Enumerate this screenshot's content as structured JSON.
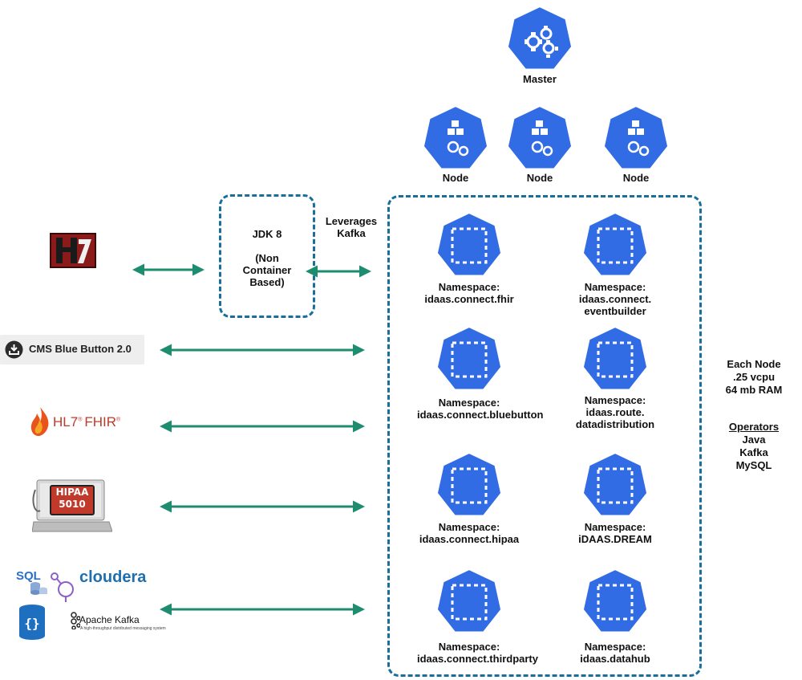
{
  "master": {
    "label": "Master"
  },
  "nodes": [
    {
      "label": "Node"
    },
    {
      "label": "Node"
    },
    {
      "label": "Node"
    }
  ],
  "jdk_box": {
    "lines": [
      "JDK 8",
      "(Non",
      "Container",
      "Based)"
    ]
  },
  "leverages": {
    "lines": [
      "Leverages",
      "Kafka"
    ]
  },
  "namespaces": [
    {
      "line1": "Namespace:",
      "line2": "idaas.connect.fhir",
      "line3": ""
    },
    {
      "line1": "Namespace:",
      "line2": "idaas.connect.",
      "line3": "eventbuilder"
    },
    {
      "line1": "Namespace:",
      "line2": "idaas.connect.bluebutton",
      "line3": ""
    },
    {
      "line1": "Namespace:",
      "line2": "idaas.route.",
      "line3": "datadistribution"
    },
    {
      "line1": "Namespace:",
      "line2": "idaas.connect.hipaa",
      "line3": ""
    },
    {
      "line1": "Namespace:",
      "line2": "iDAAS.DREAM",
      "line3": ""
    },
    {
      "line1": "Namespace:",
      "line2": "idaas.connect.thirdparty",
      "line3": ""
    },
    {
      "line1": "Namespace:",
      "line2": "idaas.datahub",
      "line3": ""
    }
  ],
  "each_node": {
    "lines": [
      "Each Node",
      ".25 vcpu",
      "64 mb RAM"
    ]
  },
  "operators": {
    "title": "Operators",
    "items": [
      "Java",
      "Kafka",
      "MySQL"
    ]
  },
  "sources": {
    "hl7_logo": "H7",
    "cms": "CMS Blue Button 2.0",
    "fhir": {
      "hl7": "HL7",
      "reg": "®",
      "fhir": "FHIR",
      "reg2": "®"
    },
    "hipaa": {
      "line1": "HIPAA",
      "line2": "5010"
    },
    "sql": "SQL",
    "cloudera": "cloudera",
    "kafka": "Apache Kafka",
    "kafka_sub": "A high-throughput distributed messaging system"
  },
  "colors": {
    "k8s_blue": "#326ce5",
    "arrow": "#1e8c6e",
    "dash": "#1a6e9a"
  }
}
